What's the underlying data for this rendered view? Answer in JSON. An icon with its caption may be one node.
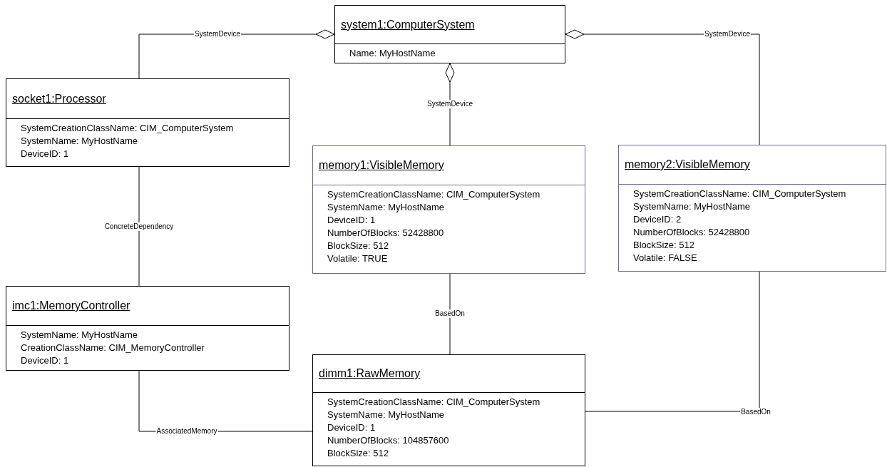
{
  "diagram": {
    "nodes": [
      {
        "text": [
          "system1:ComputerSystem",
          "Name: MyHostName"
        ]
      },
      {
        "text": [
          "socket1:Processor",
          "SystemCreationClassName: CIM_ComputerSystem",
          "SystemName: MyHostName",
          "DeviceID: 1"
        ]
      },
      {
        "text": [
          "memory1:VisibleMemory",
          "SystemCreationClassName: CIM_ComputerSystem",
          "SystemName: MyHostName",
          "DeviceID: 1",
          "NumberOfBlocks: 52428800",
          "BlockSize: 512",
          "Volatile: TRUE"
        ]
      },
      {
        "text": [
          "memory2:VisibleMemory",
          "SystemCreationClassName: CIM_ComputerSystem",
          "SystemName: MyHostName",
          "DeviceID: 2",
          "NumberOfBlocks: 52428800",
          "BlockSize: 512",
          "Volatile: FALSE"
        ]
      },
      {
        "text": [
          "imc1:MemoryController",
          "SystemName: MyHostName",
          "CreationClassName: CIM_MemoryController",
          "DeviceID: 1"
        ]
      },
      {
        "text": [
          "dimm1:RawMemory",
          "SystemCreationClassName: CIM_ComputerSystem",
          "SystemName: MyHostName",
          "DeviceID: 1",
          "NumberOfBlocks: 104857600",
          "BlockSize: 512"
        ]
      }
    ],
    "edges": [
      {
        "from": 0,
        "to": 1,
        "arrow": "other",
        "label": "SystemDevice"
      },
      {
        "from": 0,
        "to": 2,
        "arrow": "other",
        "label": "SystemDevice"
      },
      {
        "from": 0,
        "to": 3,
        "arrow": "other",
        "label": "SystemDevice"
      },
      {
        "from": 1,
        "to": 4,
        "arrow": "none",
        "label": "ConcreteDependency"
      },
      {
        "from": 2,
        "to": 5,
        "arrow": "none",
        "label": "BasedOn"
      },
      {
        "from": 3,
        "to": 5,
        "arrow": "none",
        "label": "BasedOn"
      },
      {
        "from": 4,
        "to": 5,
        "arrow": "none",
        "label": "AssociatedMemory"
      }
    ]
  }
}
